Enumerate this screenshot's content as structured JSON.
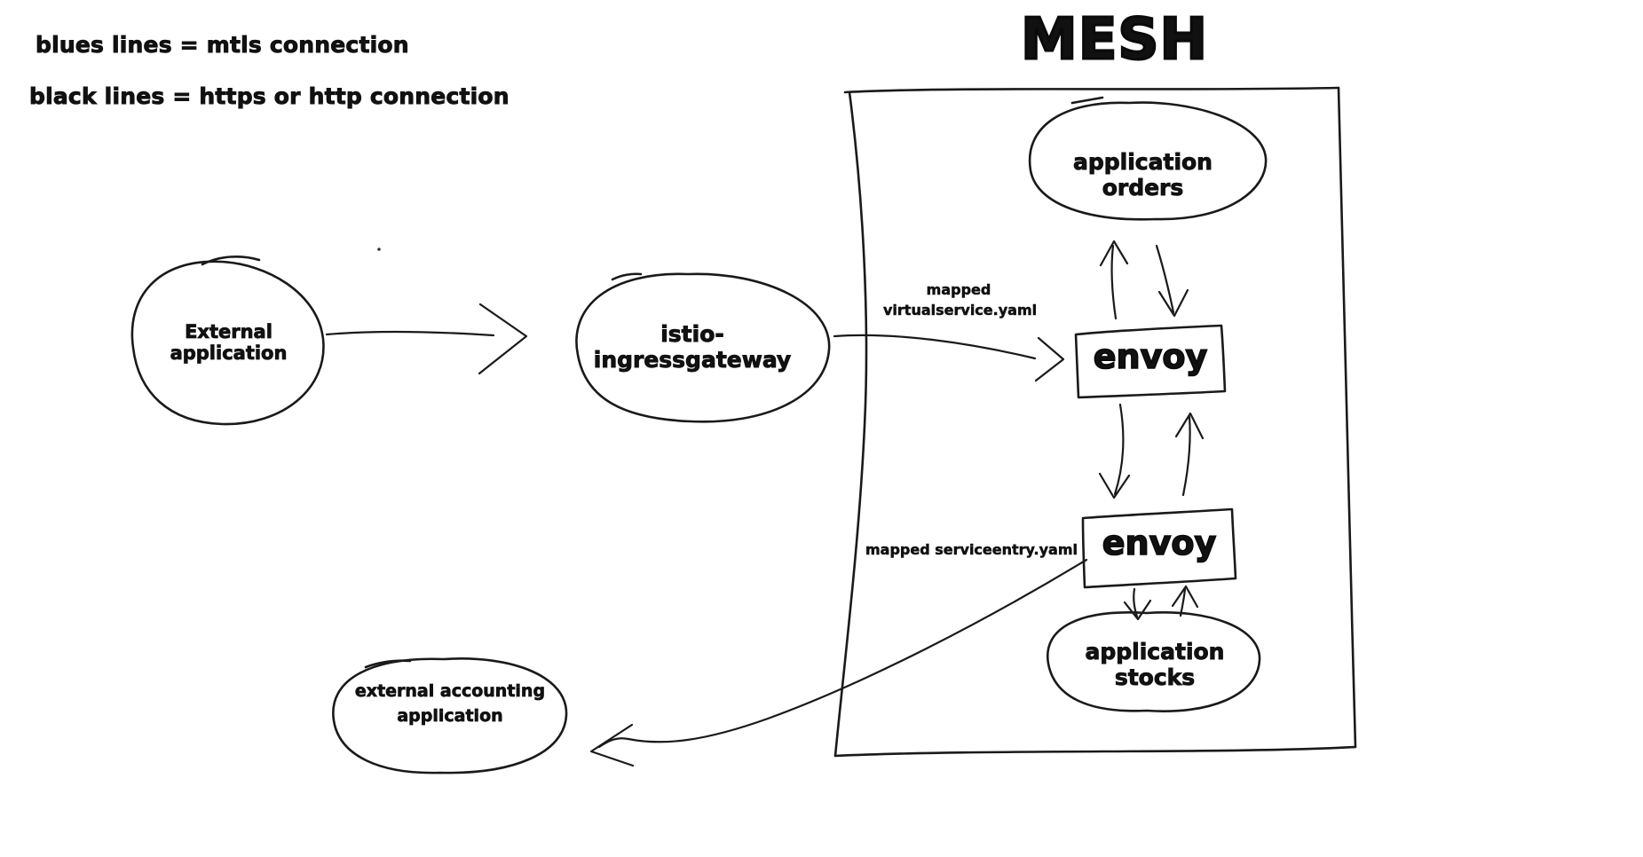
{
  "legend": {
    "blue_lines": "blues lines = mtls connection",
    "black_lines": "black lines = https or http connection"
  },
  "title": "MESH",
  "nodes": {
    "external_application": "External application",
    "istio_ingressgateway": "istio-ingressgateway",
    "application_orders": "application orders",
    "envoy_top": "envoy",
    "envoy_bottom": "envoy",
    "application_stocks": "application stocks",
    "external_accounting_line1": "external accounting",
    "external_accounting_line2": "application"
  },
  "annotations": {
    "virtualservice_line1": "mapped",
    "virtualservice_line2": "virtualservice.yaml",
    "serviceentry": "mapped serviceentry.yaml"
  },
  "colors": {
    "mtls_blue": "#4a72b8",
    "http_black": "#1a1a1a"
  }
}
